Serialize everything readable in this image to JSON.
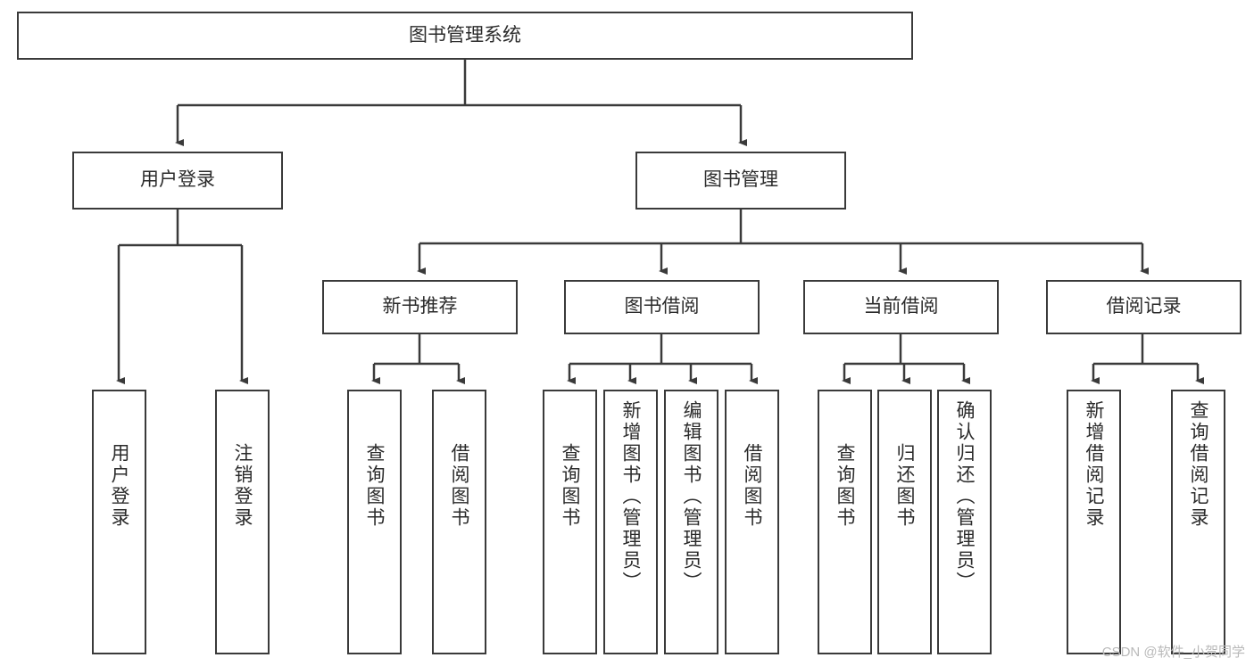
{
  "diagram": {
    "title": "图书管理系统",
    "type": "hierarchy-tree",
    "root": {
      "label": "图书管理系统"
    },
    "level1": [
      {
        "label": "用户登录"
      },
      {
        "label": "图书管理"
      }
    ],
    "level2": [
      {
        "label": "新书推荐"
      },
      {
        "label": "图书借阅"
      },
      {
        "label": "当前借阅"
      },
      {
        "label": "借阅记录"
      }
    ],
    "leaves": {
      "user_login": [
        {
          "label": "用户登录"
        },
        {
          "label": "注销登录"
        }
      ],
      "new_book_recommend": [
        {
          "label": "查询图书"
        },
        {
          "label": "借阅图书"
        }
      ],
      "book_borrow": [
        {
          "label": "查询图书"
        },
        {
          "label": "新增图书（管理员）"
        },
        {
          "label": "编辑图书（管理员）"
        },
        {
          "label": "借阅图书"
        }
      ],
      "current_borrow": [
        {
          "label": "查询图书"
        },
        {
          "label": "归还图书"
        },
        {
          "label": "确认归还（管理员）"
        }
      ],
      "borrow_record": [
        {
          "label": "新增借阅记录"
        },
        {
          "label": "查询借阅记录"
        }
      ]
    }
  },
  "watermark": {
    "text": "CSDN @软件_小贺同学"
  },
  "colors": {
    "border": "#3a3a3a",
    "text": "#2b2b2b",
    "background": "#ffffff",
    "watermark": "#b9b9b9"
  }
}
